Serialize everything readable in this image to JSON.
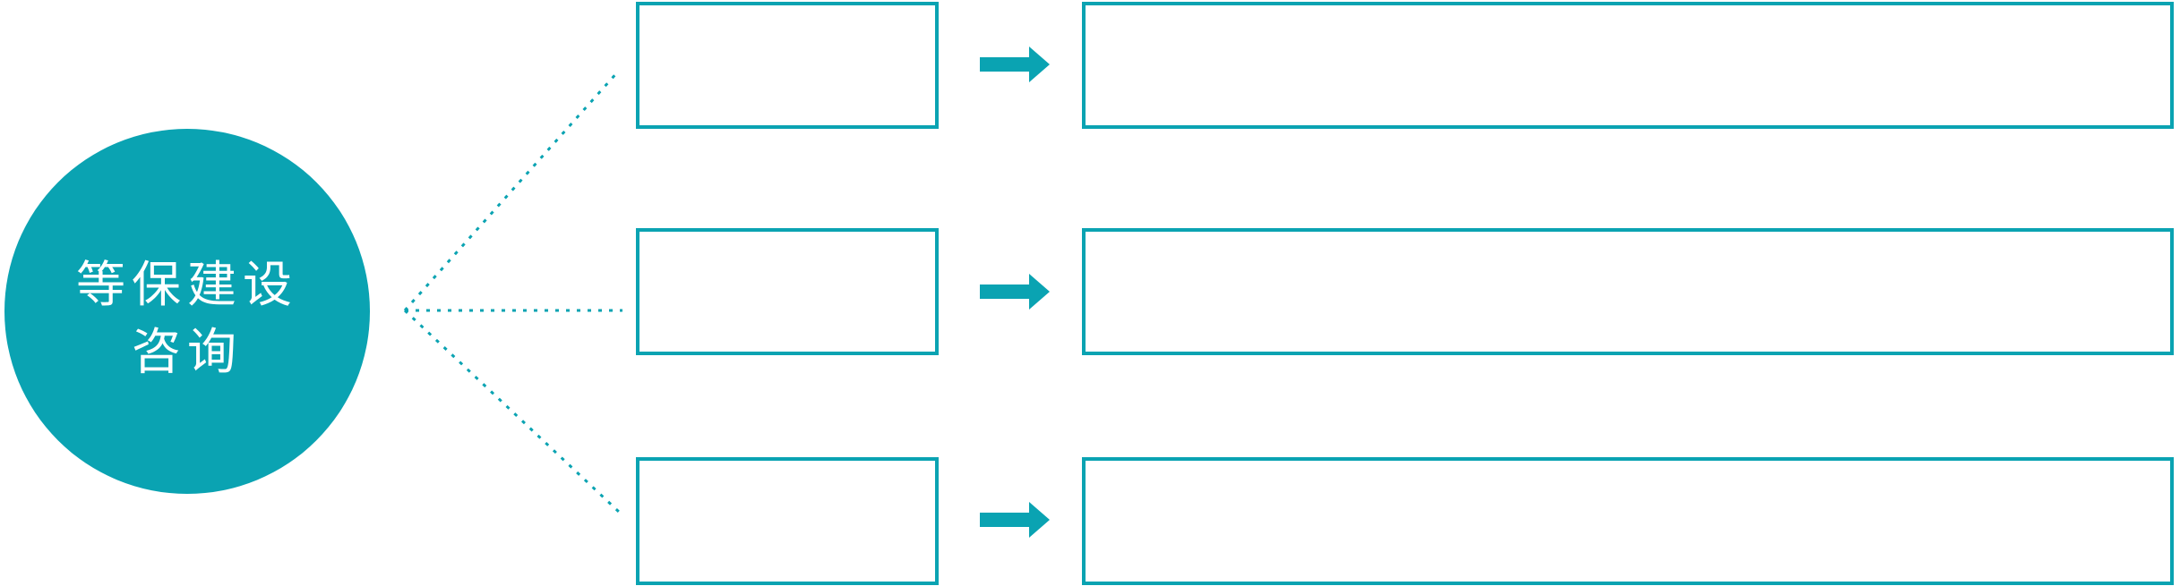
{
  "colors": {
    "accent": "#0aa3b2",
    "background": "#ffffff",
    "box_fill": "#ffffff",
    "circle_text": "#ffffff"
  },
  "circle": {
    "label_line1": "等保建设",
    "label_line2": "咨询"
  },
  "icons": {
    "arrow": "arrow-right-icon",
    "connector": "dashed-connector-line"
  },
  "rows": [
    {
      "small_label": "",
      "big_label": ""
    },
    {
      "small_label": "",
      "big_label": ""
    },
    {
      "small_label": "",
      "big_label": ""
    }
  ]
}
